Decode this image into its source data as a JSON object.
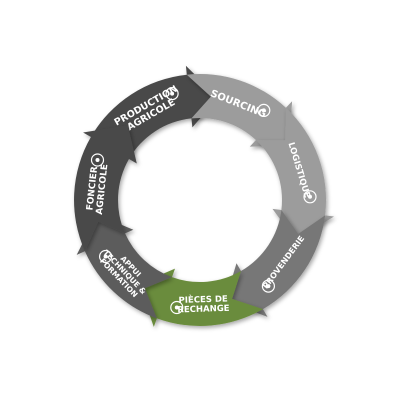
{
  "cycle": {
    "segments": [
      {
        "id": "production",
        "lines": [
          "PRODUCTION",
          "AGRICOLE"
        ],
        "icon": "tractor-icon",
        "color": "#4a4a4a"
      },
      {
        "id": "sourcing",
        "lines": [
          "SOURCING"
        ],
        "icon": "gear-cart-icon",
        "color": "#9c9c9c"
      },
      {
        "id": "logistique",
        "lines": [
          "LOGISTIQUE"
        ],
        "icon": "truck-icon",
        "color": "#9c9c9c"
      },
      {
        "id": "provenderie",
        "lines": [
          "PROVENDERIE"
        ],
        "icon": "animal-feed-icon",
        "color": "#777777"
      },
      {
        "id": "pieces",
        "lines": [
          "PIÈCES DE",
          "RECHANGE"
        ],
        "icon": "tools-icon",
        "color": "#6b8c3c"
      },
      {
        "id": "appui",
        "lines": [
          "APPUI",
          "TECHNIQUE &",
          "FORMATION"
        ],
        "icon": "technician-icon",
        "color": "#5c5c5c"
      },
      {
        "id": "foncier",
        "lines": [
          "FONCIER",
          "AGRICOLE"
        ],
        "icon": "land-plot-icon",
        "color": "#4a4a4a"
      }
    ]
  }
}
